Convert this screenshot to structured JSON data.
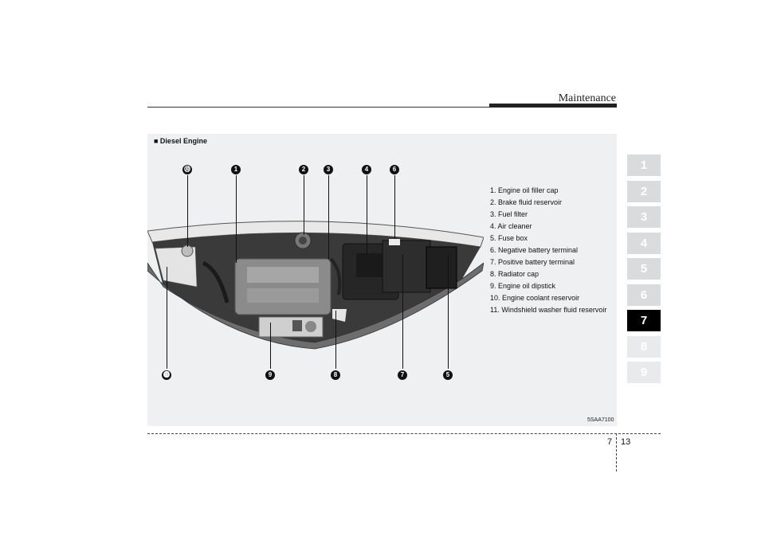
{
  "header": {
    "section_title": "Maintenance"
  },
  "figure": {
    "heading": "■ Diesel Engine",
    "code": "5SAA7100",
    "callouts_top": [
      "⓾",
      "1",
      "2",
      "3",
      "4",
      "6"
    ],
    "callouts_bottom": [
      "⓫",
      "9",
      "8",
      "7",
      "5"
    ],
    "legend": [
      "1. Engine oil filler cap",
      "2. Brake fluid reservoir",
      "3. Fuel filter",
      "4. Air cleaner",
      "5. Fuse box",
      "6. Negative battery terminal",
      "7. Positive battery terminal",
      "8. Radiator cap",
      "9. Engine oil dipstick",
      "10. Engine coolant reservoir",
      "11. Windshield washer fluid reservoir"
    ]
  },
  "footer": {
    "chapter": "7",
    "page": "13"
  },
  "chapter_tabs": [
    "1",
    "2",
    "3",
    "4",
    "5",
    "6",
    "7",
    "8",
    "9"
  ],
  "active_chapter": "7"
}
